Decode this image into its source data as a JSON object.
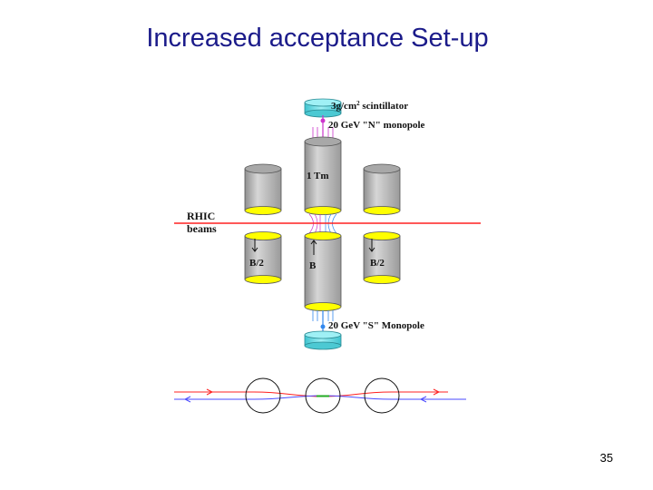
{
  "slide": {
    "title": "Increased acceptance Set-up",
    "page_number": "35"
  },
  "diagram": {
    "labels": {
      "scintillator": "3g/cm",
      "scintillator_sup": "2",
      "scintillator_rest": " scintillator",
      "n_monopole": "20 GeV \"N\" monopole",
      "s_monopole": "20 GeV \"S\" Monopole",
      "magnet_center": "1 Tm",
      "rhic_line1": "RHIC",
      "rhic_line2": "beams",
      "field_left": "B/2",
      "field_center": "B",
      "field_right": "B/2"
    },
    "colors": {
      "beam_red": "#ff2020",
      "beam_blue": "#4a4aff",
      "magnet_gray": "#b8b8b8",
      "pole_yellow": "#ffff00",
      "scintillator_cyan": "#66dfe8",
      "monopole_magenta": "#cc33cc",
      "monopole_blue": "#3388ee",
      "title_color": "#1b1b8a"
    }
  }
}
